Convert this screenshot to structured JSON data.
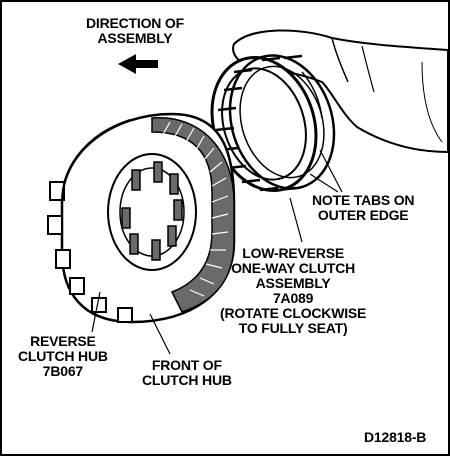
{
  "labels": {
    "direction": [
      "DIRECTION OF",
      "ASSEMBLY"
    ],
    "note_tabs": [
      "NOTE TABS ON",
      "OUTER EDGE"
    ],
    "low_reverse": [
      "LOW-REVERSE",
      "ONE-WAY CLUTCH",
      "ASSEMBLY",
      "7A089",
      "(ROTATE CLOCKWISE",
      "TO FULLY SEAT)"
    ],
    "reverse_hub": [
      "REVERSE",
      "CLUTCH HUB",
      "7B067"
    ],
    "front_hub": [
      "FRONT OF",
      "CLUTCH HUB"
    ],
    "figure_id": "D12818-B"
  },
  "colors": {
    "ink": "#000000",
    "paper": "#ffffff",
    "shade": "#6a6a6a"
  }
}
